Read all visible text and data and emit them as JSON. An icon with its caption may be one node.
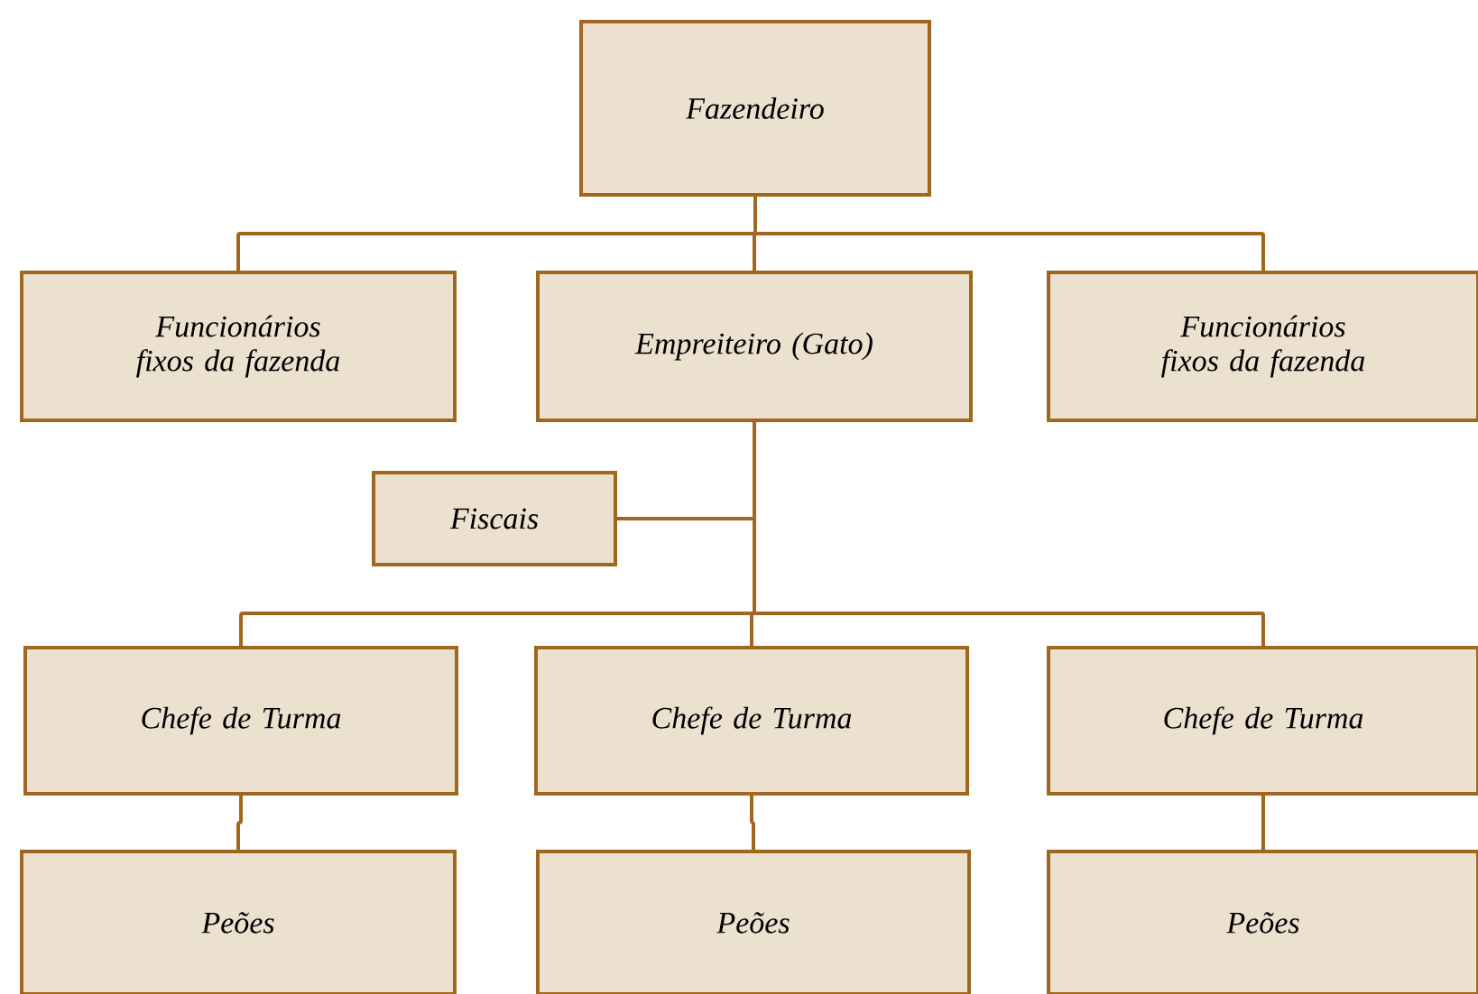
{
  "diagram": {
    "nodes": [
      {
        "text": [
          "Fazendeiro"
        ]
      },
      {
        "text": [
          "Funcionários fixos da fazenda"
        ]
      },
      {
        "text": [
          "Empreiteiro (Gato)"
        ]
      },
      {
        "text": [
          "Funcionários fixos da fazenda"
        ]
      },
      {
        "text": [
          "Fiscais"
        ]
      },
      {
        "text": [
          "Chefe de Turma"
        ]
      },
      {
        "text": [
          "Chefe de Turma"
        ]
      },
      {
        "text": [
          "Chefe de Turma"
        ]
      },
      {
        "text": [
          "Peões"
        ]
      },
      {
        "text": [
          "Peões"
        ]
      },
      {
        "text": [
          "Peões"
        ]
      }
    ],
    "edges": [
      {
        "from": 0,
        "to": 1,
        "arrow": "none"
      },
      {
        "from": 0,
        "to": 2,
        "arrow": "none"
      },
      {
        "from": 0,
        "to": 3,
        "arrow": "none"
      },
      {
        "from": 2,
        "to": 4,
        "arrow": "none"
      },
      {
        "from": 2,
        "to": 5,
        "arrow": "none"
      },
      {
        "from": 2,
        "to": 6,
        "arrow": "none"
      },
      {
        "from": 2,
        "to": 7,
        "arrow": "none"
      },
      {
        "from": 5,
        "to": 8,
        "arrow": "none"
      },
      {
        "from": 6,
        "to": 9,
        "arrow": "none"
      },
      {
        "from": 7,
        "to": 10,
        "arrow": "none"
      }
    ]
  }
}
